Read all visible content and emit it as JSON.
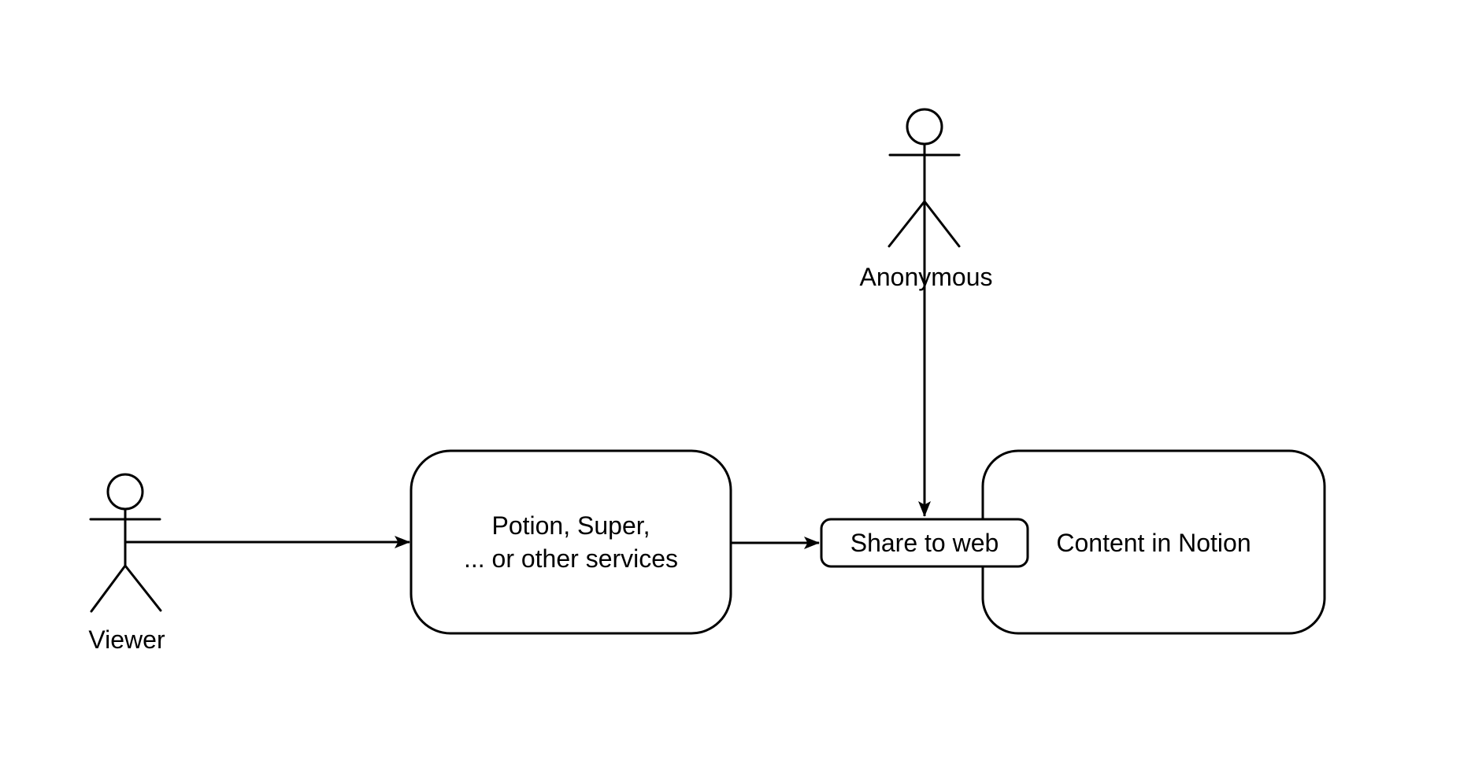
{
  "diagram": {
    "background_color": "#ffffff",
    "line_color": "#000000",
    "actors": {
      "viewer": {
        "label": "Viewer"
      },
      "anonymous": {
        "label": "Anonymous"
      }
    },
    "nodes": {
      "services": {
        "label_line1": "Potion, Super,",
        "label_line2": "... or other services"
      },
      "share": {
        "label": "Share to web"
      },
      "notion": {
        "label": "Content in Notion"
      }
    },
    "edges": [
      {
        "from": "viewer",
        "to": "services"
      },
      {
        "from": "services",
        "to": "share"
      },
      {
        "from": "anonymous",
        "to": "share"
      }
    ]
  }
}
